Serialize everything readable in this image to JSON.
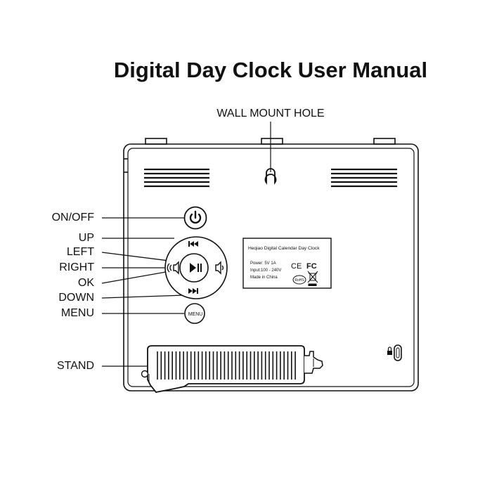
{
  "title": "Digital Day Clock User Manual",
  "wall_mount_label": "WALL MOUNT HOLE",
  "labels": {
    "on_off": "ON/OFF",
    "up": "UP",
    "left": "LEFT",
    "right": "RIGHT",
    "ok": "OK",
    "down": "DOWN",
    "menu": "MENU",
    "stand": "STAND"
  },
  "menu_button_text": "MENU",
  "product_label": {
    "title": "Heqiao Digital Calendar Day Clock",
    "power": "Power: 5V 1A",
    "input": "Input:100 - 240V",
    "origin": "Made in China",
    "ce": "CE",
    "fc": "FC",
    "rohs": "RoHS"
  },
  "icons": [
    "power-icon",
    "previous-track-icon",
    "next-track-icon",
    "play-pause-icon",
    "volume-up-icon",
    "volume-down-icon",
    "lock-icon",
    "trash-bin-crossed-icon"
  ]
}
